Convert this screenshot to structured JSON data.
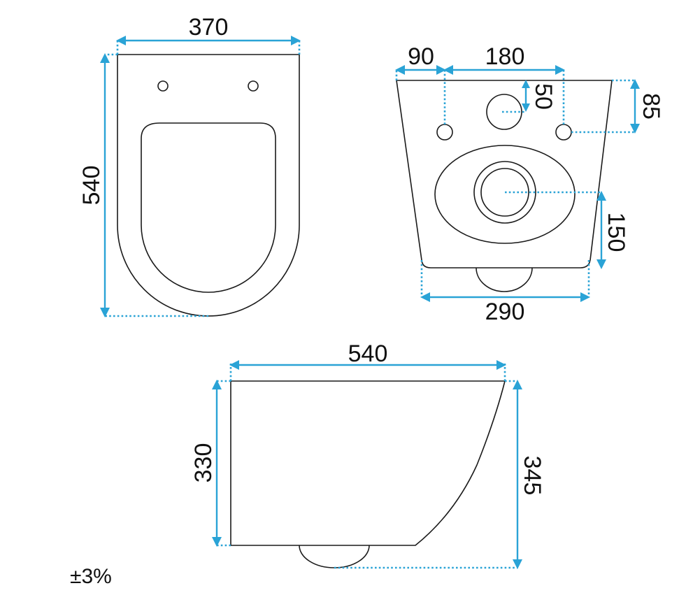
{
  "top_view": {
    "width_label": "370",
    "length_label": "540"
  },
  "front_view": {
    "offset_label": "90",
    "bolt_spacing_label": "180",
    "inlet_drop_label": "50",
    "bolt_height_label": "85",
    "outlet_height_label": "150",
    "base_width_label": "290"
  },
  "side_view": {
    "length_label": "540",
    "rim_height_label": "330",
    "total_height_label": "345"
  },
  "tolerance": "±3%"
}
